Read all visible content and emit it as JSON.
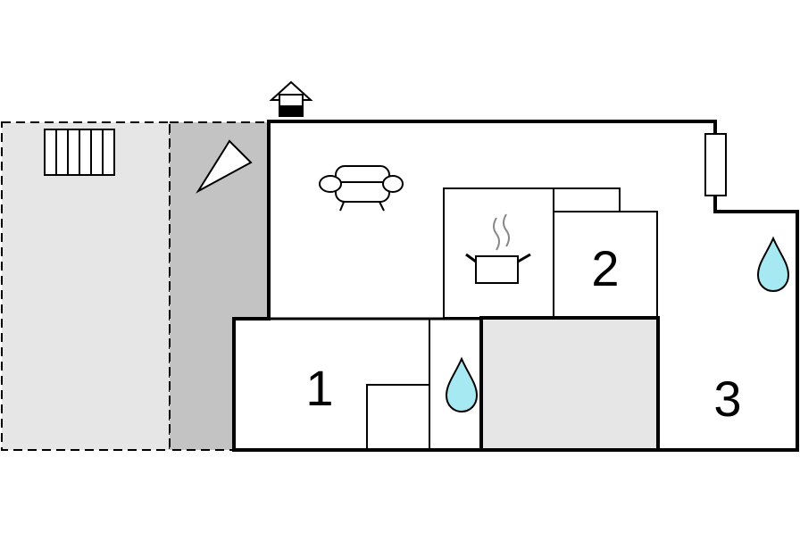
{
  "rooms": [
    {
      "id": "room1",
      "label": "1"
    },
    {
      "id": "room2",
      "label": "2"
    },
    {
      "id": "room3",
      "label": "3"
    }
  ],
  "icons": {
    "entrance": "entrance-icon",
    "sofa": "sofa-icon",
    "cooking_pot": "cooking-pot-icon",
    "water_drop": "water-drop-icon",
    "radiator": "radiator-icon",
    "window": "window-icon",
    "parasol": "parasol-icon"
  },
  "colors": {
    "outdoor_area": "#e6e6e6",
    "terrace": "#c3c3c3",
    "water": "#a6e9f2",
    "wall": "#000000"
  }
}
